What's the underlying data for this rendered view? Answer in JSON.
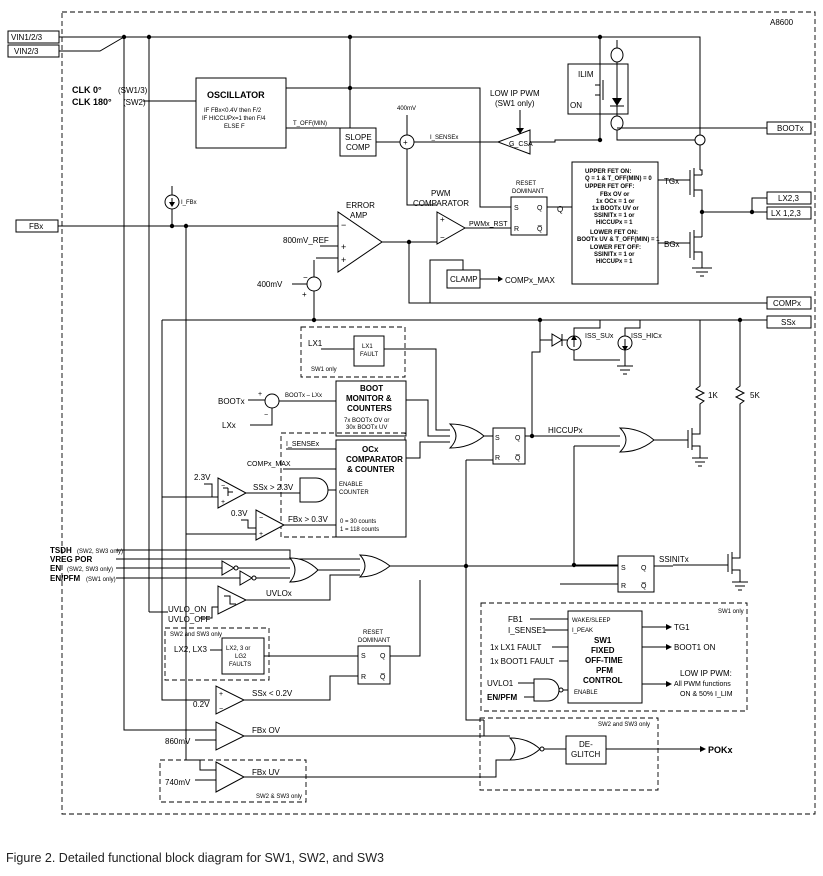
{
  "part": "A8600",
  "pins": {
    "vin1": "VIN1/2/3",
    "vin2": "VIN2/3",
    "fb": "FBx",
    "boot": "BOOTx",
    "lx1": "LX2,3",
    "lx2": "LX 1,2,3",
    "comp": "COMPx",
    "ss": "SSx"
  },
  "clock": {
    "clk0": "CLK 0°",
    "clk0_note": "(SW1/3)",
    "clk180": "CLK 180°",
    "clk180_note": "(SW2)"
  },
  "oscillator": {
    "title": "OSCILLATOR",
    "line1": "IF FBx<0.4V then F/2",
    "line2": "IF HICCUPx=1 then F/4",
    "line3": "ELSE F",
    "out": "T_OFF(MIN)"
  },
  "slope": {
    "l1": "SLOPE",
    "l2": "COMP"
  },
  "v400": "400mV",
  "isense": "I_SENSEx",
  "lowip": {
    "l1": "LOW IP PWM",
    "l2": "(SW1 only)"
  },
  "gcsa": "G_CSA",
  "ilim": {
    "label": "ILIM",
    "on": "ON"
  },
  "error_amp": {
    "l1": "ERROR",
    "l2": "AMP",
    "vref": "800mV_REF",
    "v400": "400mV"
  },
  "ifb": "I_FBx",
  "pwm": {
    "l1": "PWM",
    "l2": "COMPARATOR",
    "out": "PWMx_RST"
  },
  "reset_dom": {
    "l1": "RESET",
    "l2": "DOMINANT",
    "s": "S",
    "r": "R",
    "q": "Q",
    "qb": "Q̅",
    "q_out": "Q"
  },
  "clamp": {
    "label": "CLAMP",
    "out": "COMPx_MAX"
  },
  "fet_logic": {
    "upper_on": "UPPER FET ON:",
    "upper_on_1": "Q = 1 & T_OFF(MIN) = 0",
    "upper_off": "UPPER FET OFF:",
    "upper_off_1": "FBx OV or",
    "upper_off_2": "1x OCx = 1 or",
    "upper_off_3": "1x BOOTx UV or",
    "upper_off_4": "SSINITx = 1 or",
    "upper_off_5": "HICCUPx = 1",
    "lower_on": "LOWER FET ON:",
    "lower_on_1": "BOOTx UV & T_OFF(MIN) = 1",
    "lower_off": "LOWER FET OFF:",
    "lower_off_1": "SSINITx = 1 or",
    "lower_off_2": "HICCUPx = 1",
    "tg": "TGx",
    "bg": "BGx"
  },
  "lx1fault": {
    "pin": "LX1",
    "box_l1": "LX1",
    "box_l2": "FAULT",
    "note": "SW1 only"
  },
  "boot_mon": {
    "l1": "BOOT",
    "l2": "MONITOR &",
    "l3": "COUNTERS",
    "n1": "7x BOOTx OV or",
    "n2": "30x BOOTx UV",
    "bootx": "BOOTx",
    "lxx": "LXx",
    "diff": "BOOTx – LXx"
  },
  "ocx": {
    "isense": "I_SENSEx",
    "l1": "OCx",
    "l2": "COMPARATOR",
    "l3": "& COUNTER",
    "en1": "ENABLE",
    "en2": "COUNTER",
    "n1": "0 = 30 counts",
    "n2": "1 = 118 counts",
    "compmax": "COMPx_MAX"
  },
  "ss_cmp": {
    "v": "2.3V",
    "label": "SSx > 2.3V"
  },
  "fb_cmp": {
    "v": "0.3V",
    "label": "FBx > 0.3V"
  },
  "iss": {
    "su": "ISS_SUx",
    "hic": "ISS_HICx"
  },
  "hiccup": "HICCUPx",
  "r1k": "1K",
  "r5k": "5K",
  "ssinit": "SSINITx",
  "inputs": {
    "tsdh": "TSDH",
    "tsdh_n": "(SW2, SW3 only)",
    "vreg": "VREG POR",
    "en": "EN",
    "en_n": "(SW2, SW3 only)",
    "enpfm": "EN/PFM",
    "enpfm_n": "(SW1 only)"
  },
  "uvlo": {
    "on": "UVLO_ON",
    "off": "UVLO_OFF",
    "out": "UVLOx"
  },
  "lx23box": {
    "note": "SW2 and SW3 only",
    "pins": "LX2, LX3",
    "b1": "LX2, 3 or",
    "b2": "LG2",
    "b3": "FAULTS"
  },
  "reset_dom2": {
    "l1": "RESET",
    "l2": "DOMINANT"
  },
  "ss02": {
    "v": "0.2V",
    "label": "SSx < 0.2V"
  },
  "fbov": {
    "v": "860mV",
    "label": "FBx OV"
  },
  "fbuv": {
    "v": "740mV",
    "label": "FBx UV",
    "note": "SW2 & SW3 only"
  },
  "deglitch": {
    "l1": "DE-",
    "l2": "GLITCH",
    "out": "POKx",
    "note": "SW2 and SW3 only"
  },
  "sw1": {
    "note": "SW1 only",
    "fb1": "FB1",
    "isense1": "I_SENSE1",
    "lx1fault": "1x LX1 FAULT",
    "boot1fault": "1x BOOT1 FAULT",
    "uvlo1": "UVLO1",
    "enpfm": "EN/PFM",
    "wake": "WAKE/SLEEP",
    "ipeak": "I_PEAK",
    "t1": "SW1",
    "t2": "FIXED",
    "t3": "OFF-TIME",
    "t4": "PFM",
    "t5": "CONTROL",
    "enable": "ENABLE",
    "tg1": "TG1",
    "boot1on": "BOOT1 ON",
    "lowip1": "LOW IP PWM:",
    "lowip2": "All PWM functions",
    "lowip3": "ON & 50% I_LIM"
  },
  "caption": "Figure 2. Detailed functional block diagram for SW1, SW2, and SW3"
}
